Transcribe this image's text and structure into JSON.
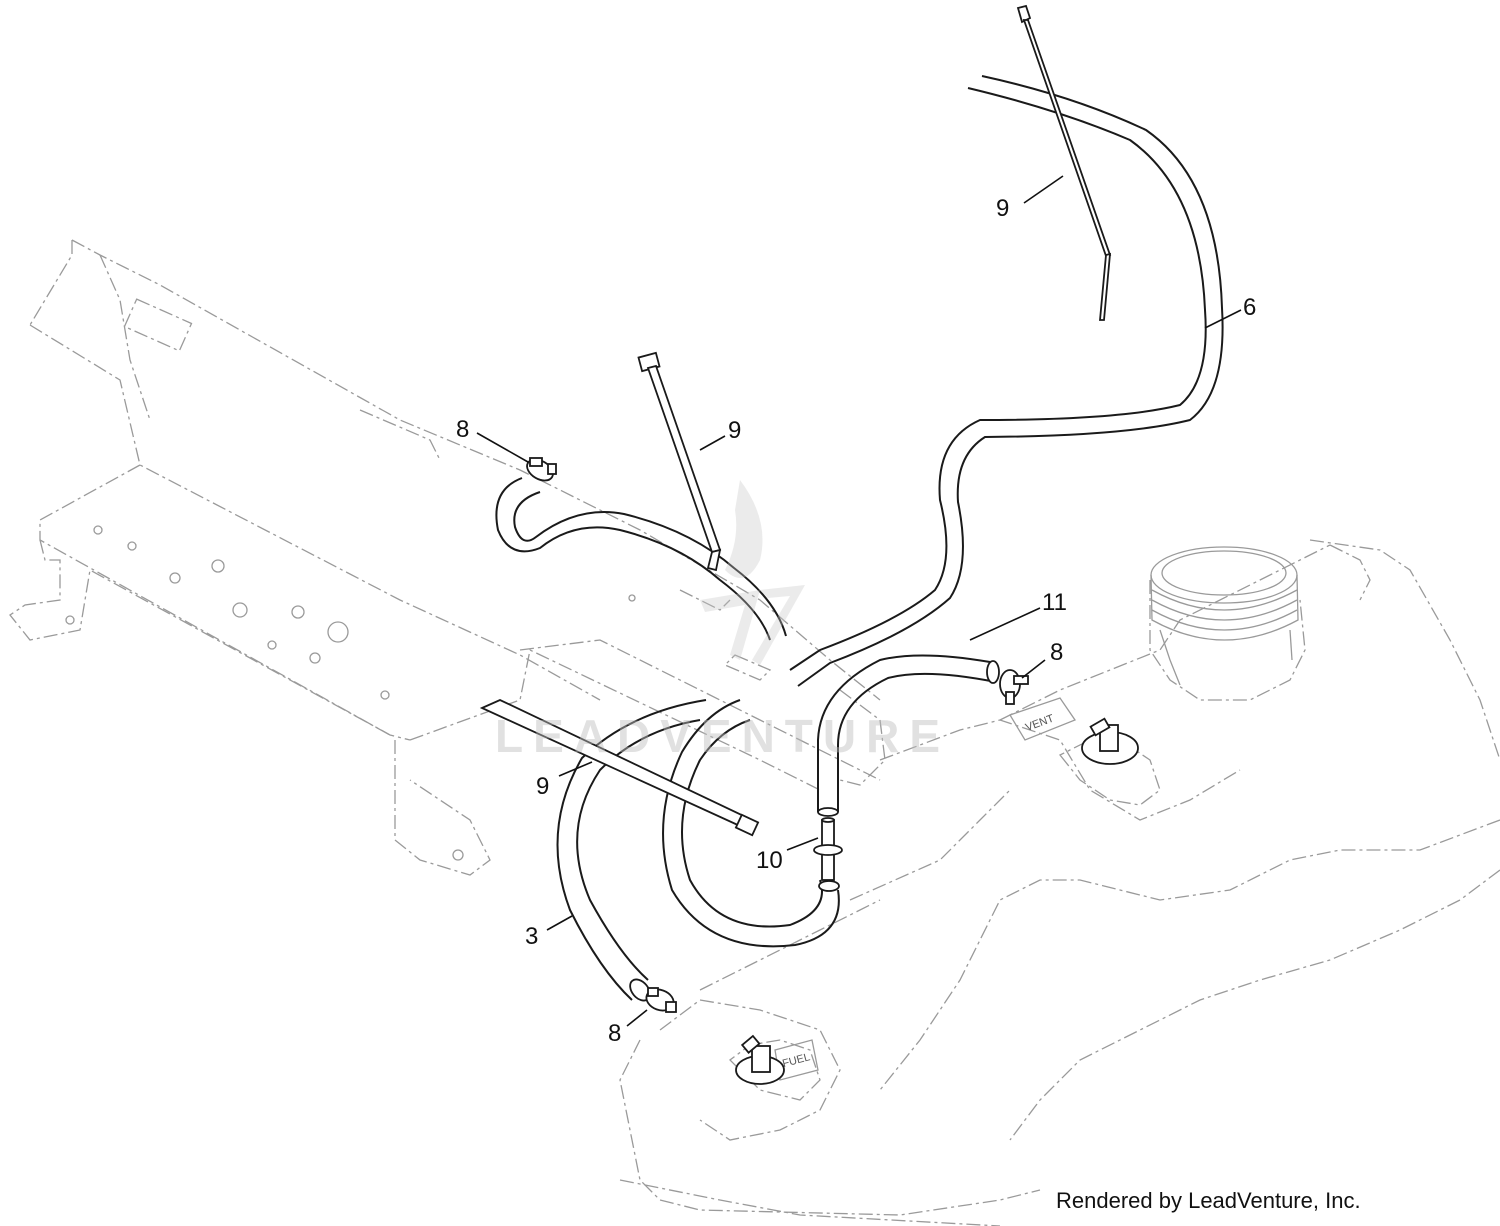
{
  "watermark": {
    "brand": "LEADVENTURE"
  },
  "credit": "Rendered by LeadVenture, Inc.",
  "tank_labels": {
    "upper": "VENT",
    "lower": "FUEL"
  },
  "callouts": [
    {
      "id": "tie-top",
      "label": "9"
    },
    {
      "id": "hose-6",
      "label": "6"
    },
    {
      "id": "clamp-upper-left",
      "label": "8"
    },
    {
      "id": "tie-middle",
      "label": "9"
    },
    {
      "id": "hose-11",
      "label": "11"
    },
    {
      "id": "clamp-right",
      "label": "8"
    },
    {
      "id": "tie-lower",
      "label": "9"
    },
    {
      "id": "fitting-10",
      "label": "10"
    },
    {
      "id": "hose-3",
      "label": "3"
    },
    {
      "id": "clamp-bottom",
      "label": "8"
    }
  ]
}
